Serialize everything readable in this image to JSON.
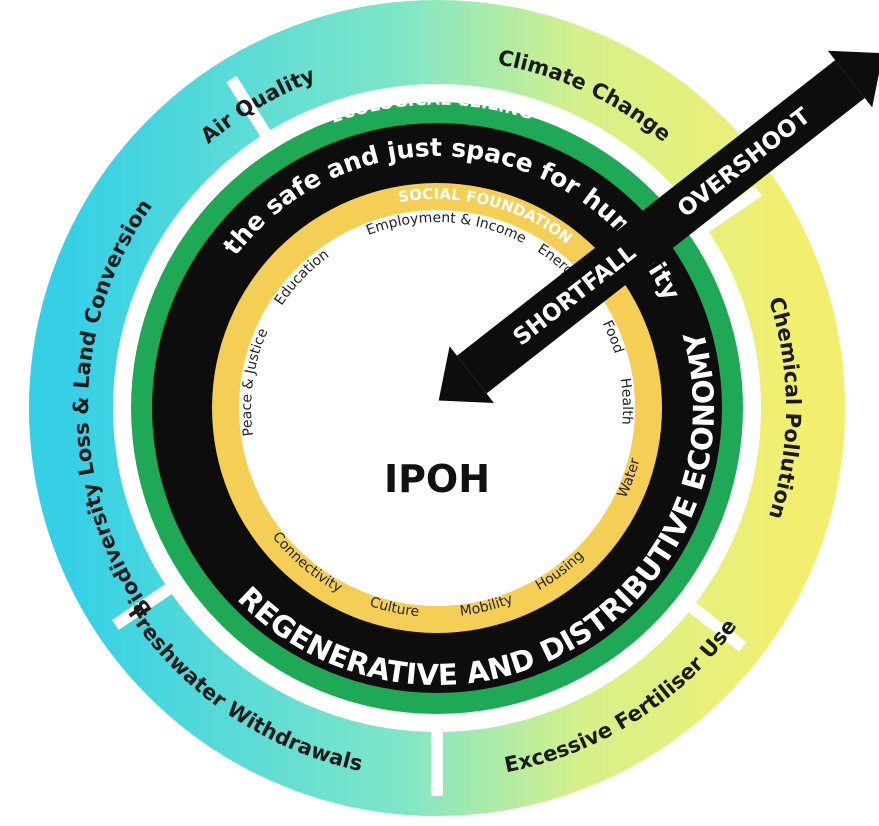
{
  "diagram": {
    "center_label": "IPOH",
    "ecological_ceiling_label": "ECOLOGICAL CEILING",
    "safe_space_label": "the safe and just space for humanity",
    "social_foundation_label": "SOCIAL FOUNDATION",
    "economy_label": "REGENERATIVE AND DISTRIBUTIVE ECONOMY",
    "overshoot_label": "OVERSHOOT",
    "shortfall_label": "SHORTFALL",
    "ecological_sectors": [
      "Air Quality",
      "Climate Change",
      "Chemical Pollution",
      "Excessive Fertiliser Use",
      "Freshwater Withdrawals",
      "Biodiversity Loss & Land Conversion"
    ],
    "social_dimensions": [
      "Employment & Income",
      "Energy",
      "Food",
      "Health",
      "Water",
      "Housing",
      "Mobility",
      "Culture",
      "Connectivity",
      "Peace & Justice",
      "Education"
    ],
    "colors": {
      "outer_teal": "#3fd3e3",
      "outer_lime": "#e8ef7a",
      "ceiling_green": "#1fa956",
      "ring_black": "#0d0d0d",
      "foundation_yellow": "#f5cf55",
      "core_white": "#ffffff"
    }
  }
}
